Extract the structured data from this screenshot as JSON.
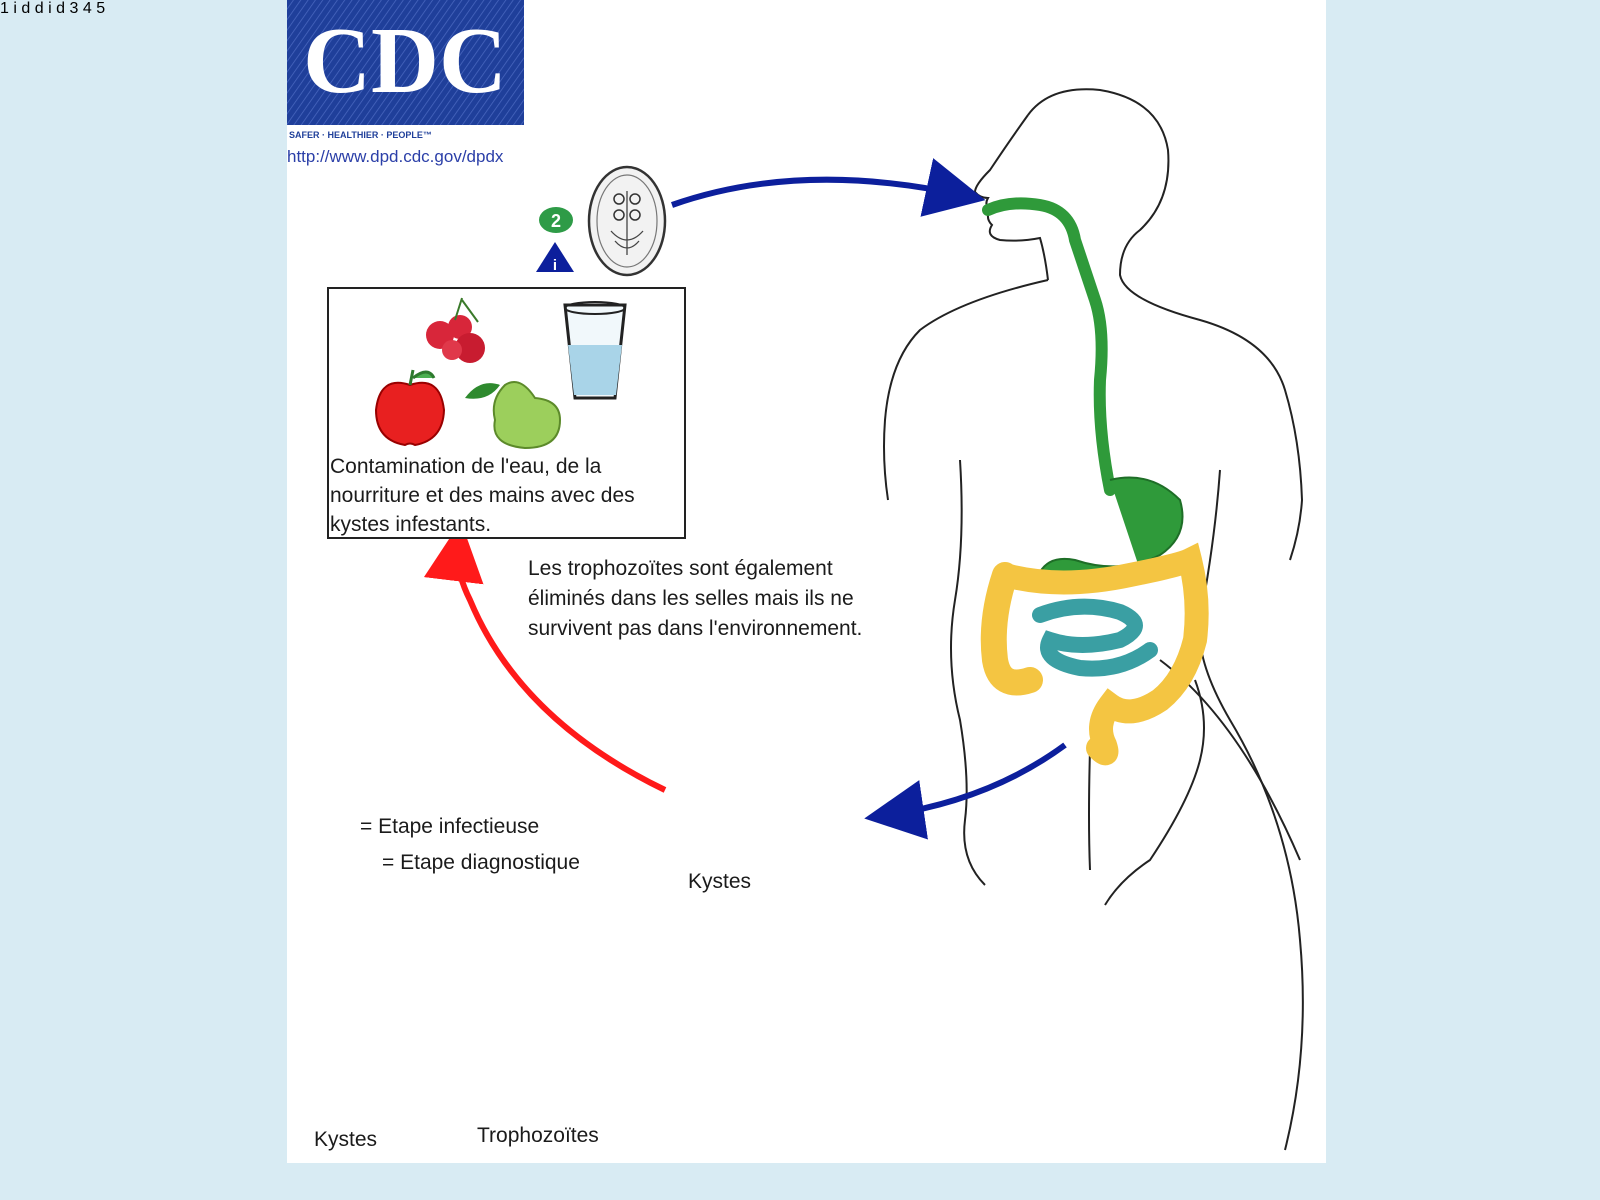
{
  "header": {
    "logo_text": "CDC",
    "logo_tagline": "SAFER · HEALTHIER · PEOPLE™",
    "url": "http://www.dpd.cdc.gov/dpdx"
  },
  "contamination_box": {
    "caption": "Contamination de l'eau, de la nourriture et des mains avec des kystes infestants."
  },
  "trophozoite_note": "Les trophozoïtes sont également éliminés dans les selles mais ils ne survivent pas dans l'environnement.",
  "legend": {
    "infective_symbol": "i",
    "infective_label": "= Etape infectieuse",
    "diagnostic_symbol": "d",
    "diagnostic_label": "= Etape diagnostique"
  },
  "stages": {
    "step1": "1",
    "step2": "2",
    "step3": "3",
    "step4": "4",
    "step5": "5"
  },
  "labels": {
    "kystes_excreted": "Kystes",
    "kystes_bottom": "Kystes",
    "trophozoites_bottom": "Trophozoïtes"
  },
  "colors": {
    "background": "#d8ebf3",
    "cdc_blue": "#1f3f9a",
    "arrow_blue": "#0c1f9c",
    "arrow_red": "#ff1a1a",
    "esophagus_green": "#2f9a3a",
    "colon_yellow": "#f4c542",
    "small_intestine_teal": "#3a9fa3",
    "step_green": "#2e9b47",
    "step_yellow": "#f6c637",
    "step_teal": "#2f9e9c"
  }
}
